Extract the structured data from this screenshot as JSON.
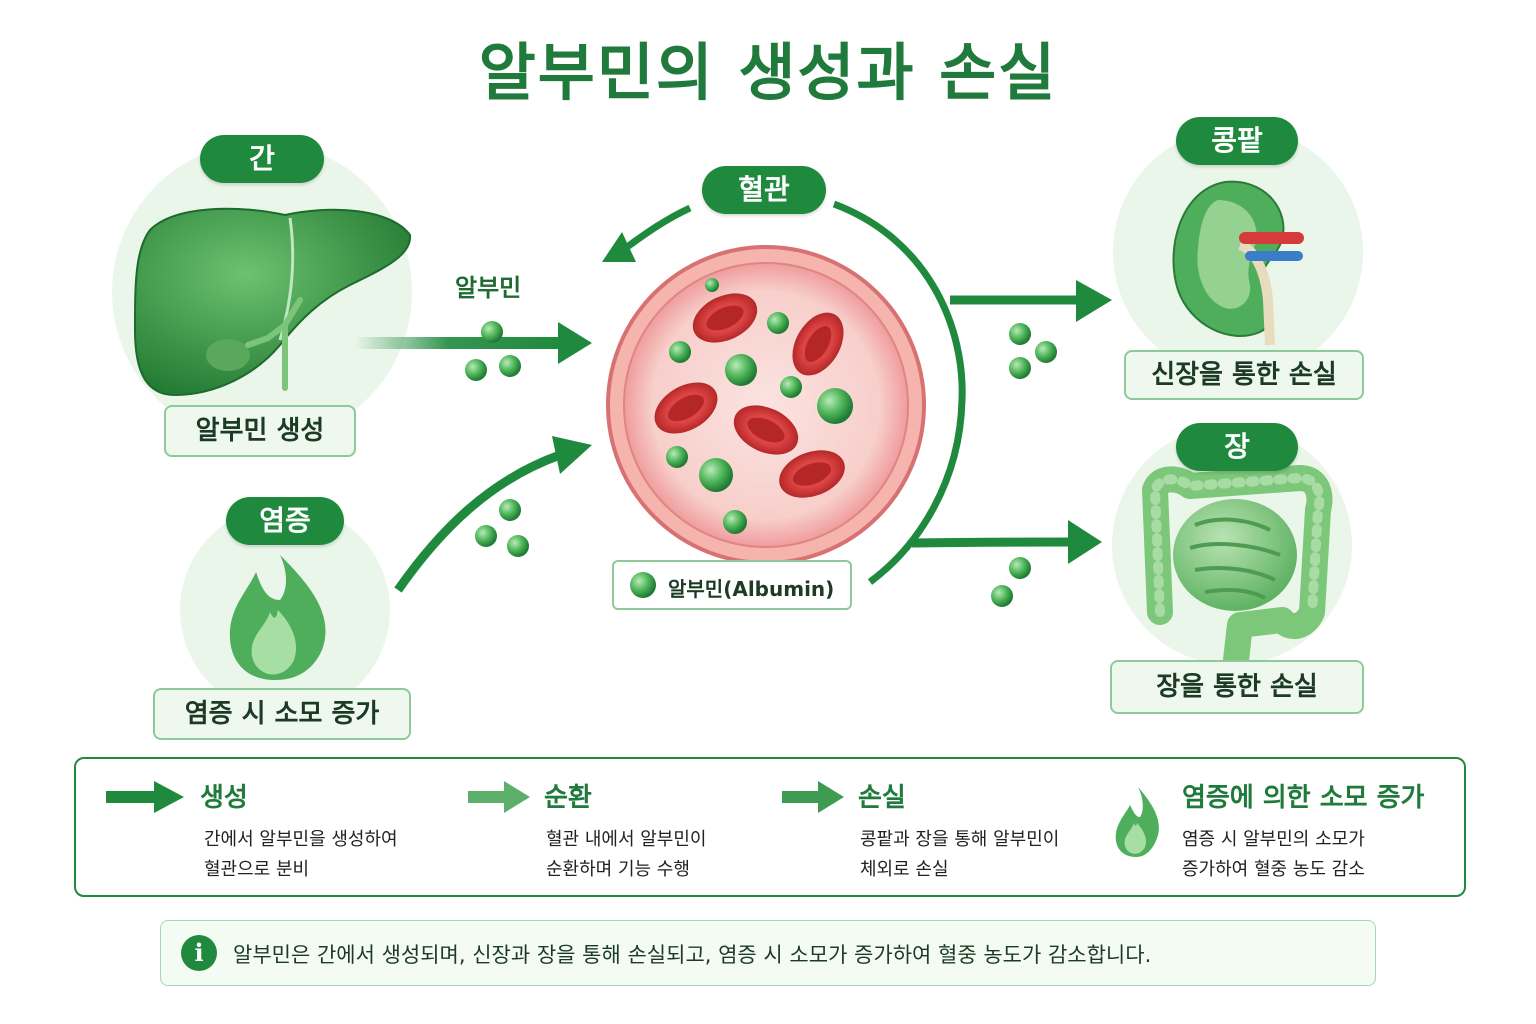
{
  "title": "알부민의 생성과 손실",
  "organs": {
    "liver": {
      "name": "간",
      "caption": "알부민 생성"
    },
    "inflammation": {
      "name": "염증",
      "caption": "염증 시 소모 증가"
    },
    "vessel": {
      "name": "혈관"
    },
    "kidney": {
      "name": "콩팥",
      "caption": "신장을 통한 손실"
    },
    "intestine": {
      "name": "장",
      "caption": "장을 통한 손실"
    }
  },
  "flow_label": "알부민",
  "vessel_legend": "알부민(Albumin)",
  "legend": [
    {
      "title": "생성",
      "lines": [
        "간에서 알부민을 생성하여",
        "혈관으로 분비"
      ],
      "arrow_color": "#1f8a3e"
    },
    {
      "title": "순환",
      "lines": [
        "혈관 내에서 알부민이",
        "순환하며 기능 수행"
      ],
      "arrow_color": "#5cb06a"
    },
    {
      "title": "손실",
      "lines": [
        "콩팥과 장을 통해 알부민이",
        "체외로 손실"
      ],
      "arrow_color": "#3f9a52"
    },
    {
      "title": "염증에 의한 소모 증가",
      "lines": [
        "염증 시 알부민의 소모가",
        "증가하여 혈중 농도 감소"
      ],
      "icon": "flame-icon"
    }
  ],
  "note": {
    "icon": "info-icon",
    "text": "알부민은 간에서 생성되며, 신장과 장을 통해 손실되고, 염증 시 소모가 증가하여 혈중 농도가 감소합니다."
  },
  "colors": {
    "primary_green": "#1f8a3e",
    "light_green": "#eaf6ea",
    "vessel_pink": "#f2a5a5",
    "red_cell": "#c92f2f"
  }
}
